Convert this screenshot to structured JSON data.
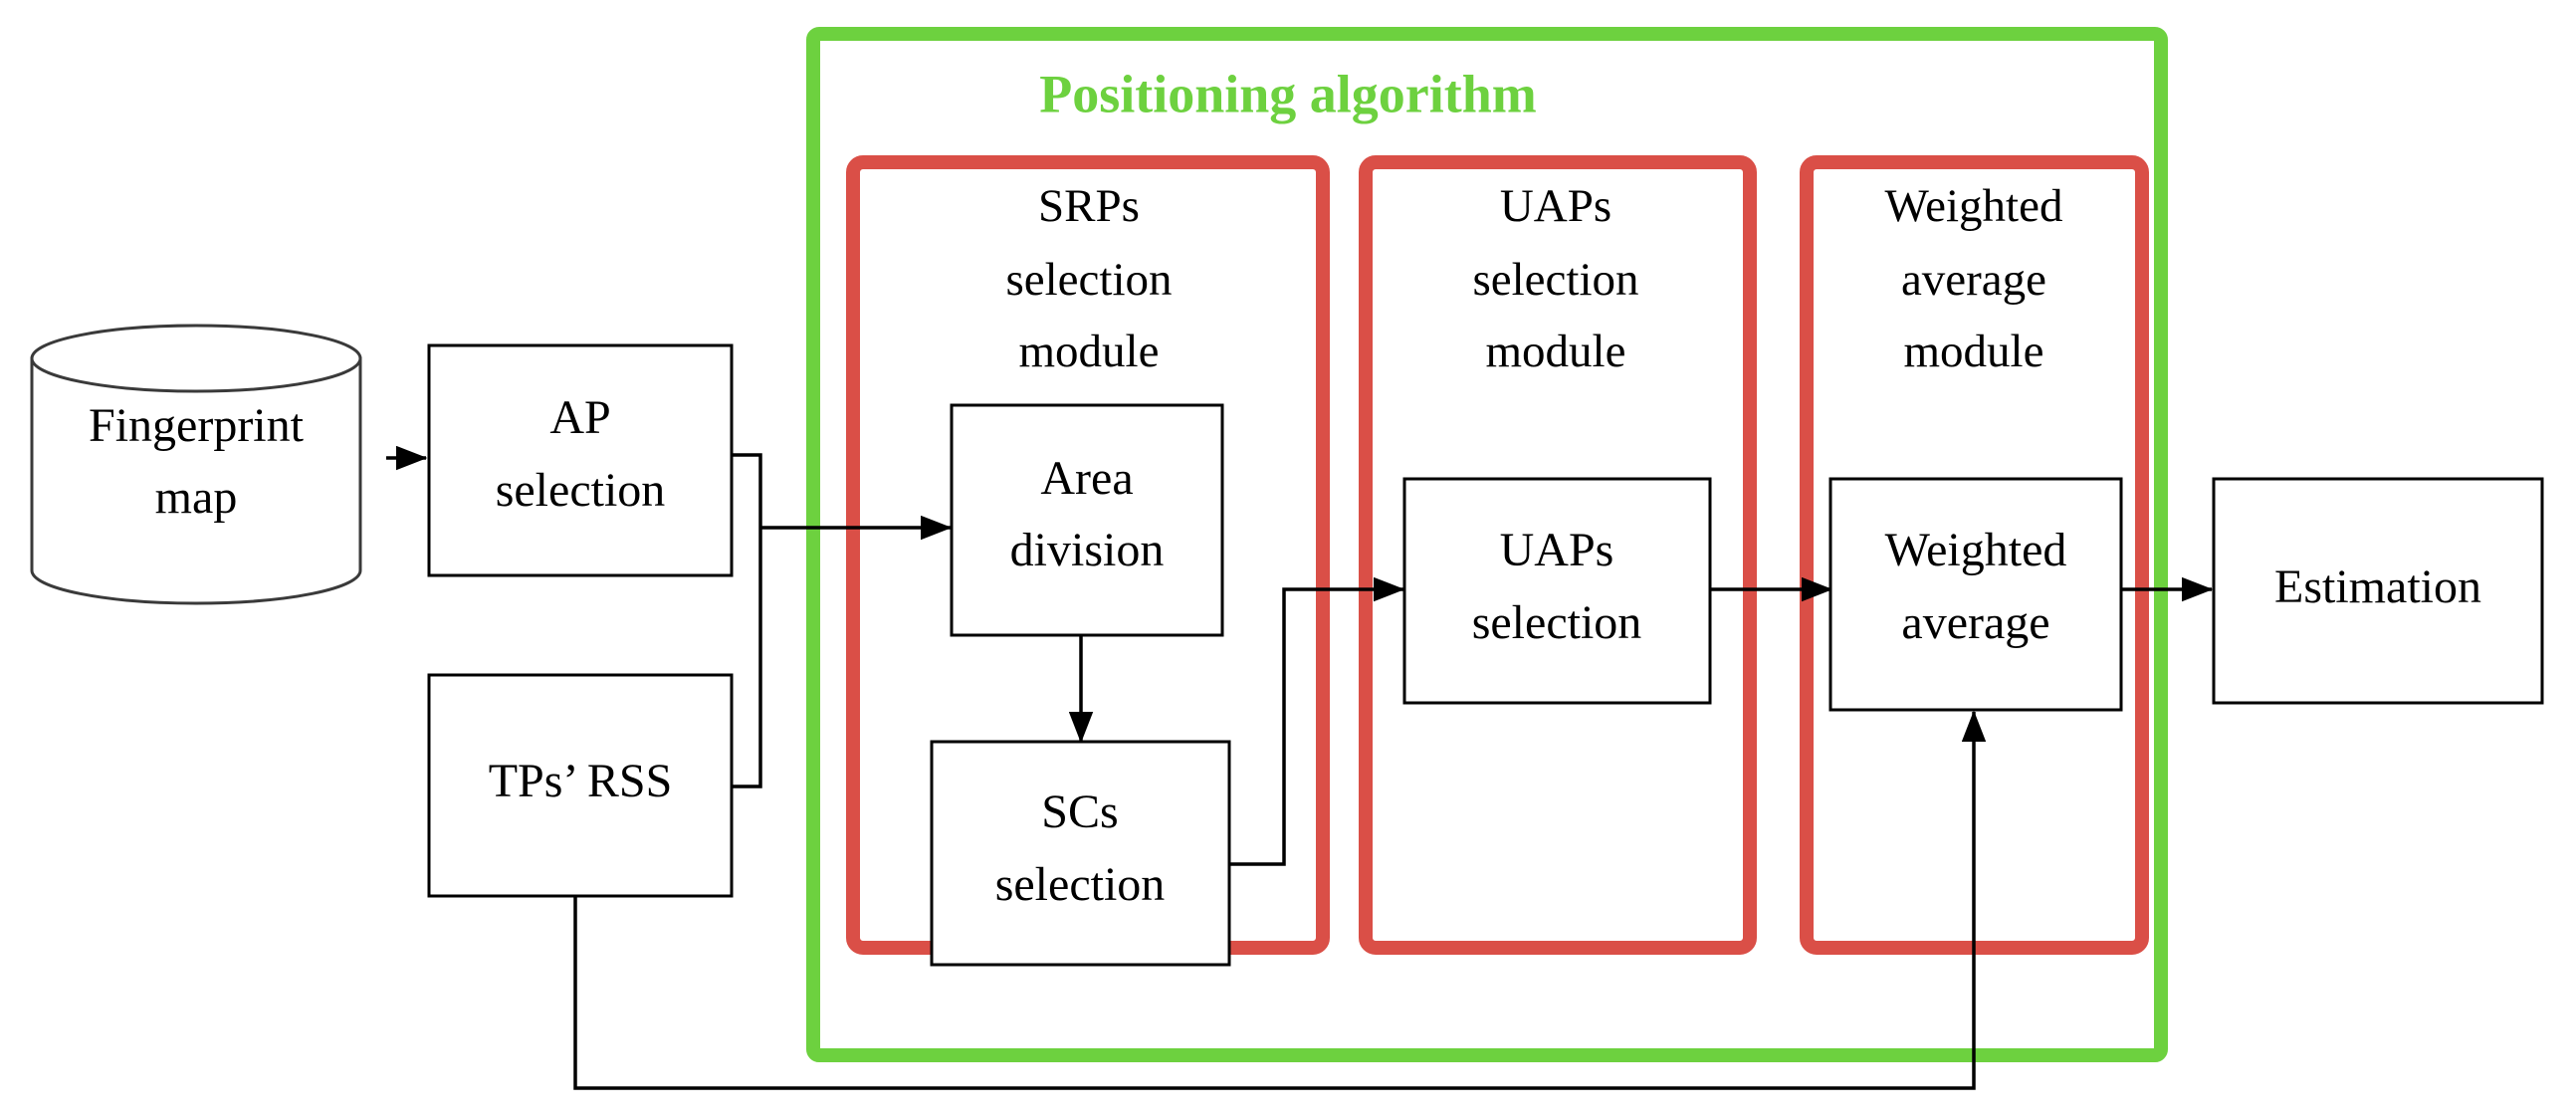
{
  "diagram": {
    "title_visible": "Positioning algorithm",
    "colors": {
      "group_green": "#6dd13f",
      "module_red": "#da4f47",
      "box_outline": "#000000",
      "text": "#000000",
      "background": "#ffffff"
    },
    "group": {
      "label": "Positioning algorithm"
    },
    "modules": [
      {
        "id": "srps",
        "label_line1": "SRPs",
        "label_line2": "selection",
        "label_line3": "module"
      },
      {
        "id": "uaps",
        "label_line1": "UAPs",
        "label_line2": "selection",
        "label_line3": "module"
      },
      {
        "id": "wavg",
        "label_line1": "Weighted",
        "label_line2": "average",
        "label_line3": "module"
      }
    ],
    "nodes": {
      "fingerprint_map": {
        "line1": "Fingerprint",
        "line2": "map",
        "shape": "cylinder"
      },
      "ap_selection": {
        "line1": "AP",
        "line2": "selection",
        "shape": "rect"
      },
      "tps_rss": {
        "line1": "TPs’  RSS",
        "shape": "rect"
      },
      "area_division": {
        "line1": "Area",
        "line2": "division",
        "shape": "rect"
      },
      "scs_selection": {
        "line1": "SCs",
        "line2": "selection",
        "shape": "rect"
      },
      "uaps_selection": {
        "line1": "UAPs",
        "line2": "selection",
        "shape": "rect"
      },
      "weighted_average": {
        "line1": "Weighted",
        "line2": "average",
        "shape": "rect"
      },
      "estimation": {
        "line1": "Estimation",
        "shape": "rect"
      }
    },
    "edges": [
      {
        "from": "fingerprint_map",
        "to": "ap_selection",
        "style": "arrow"
      },
      {
        "from": "ap_selection",
        "to": "area_division",
        "style": "arrow"
      },
      {
        "from": "tps_rss",
        "to": "area_division",
        "style": "arrow-merge"
      },
      {
        "from": "area_division",
        "to": "scs_selection",
        "style": "arrow"
      },
      {
        "from": "scs_selection",
        "to": "uaps_selection",
        "style": "arrow-route"
      },
      {
        "from": "uaps_selection",
        "to": "weighted_average",
        "style": "arrow"
      },
      {
        "from": "weighted_average",
        "to": "estimation",
        "style": "arrow"
      },
      {
        "from": "tps_rss",
        "to": "weighted_average",
        "style": "arrow-feedback-bottom"
      }
    ]
  }
}
